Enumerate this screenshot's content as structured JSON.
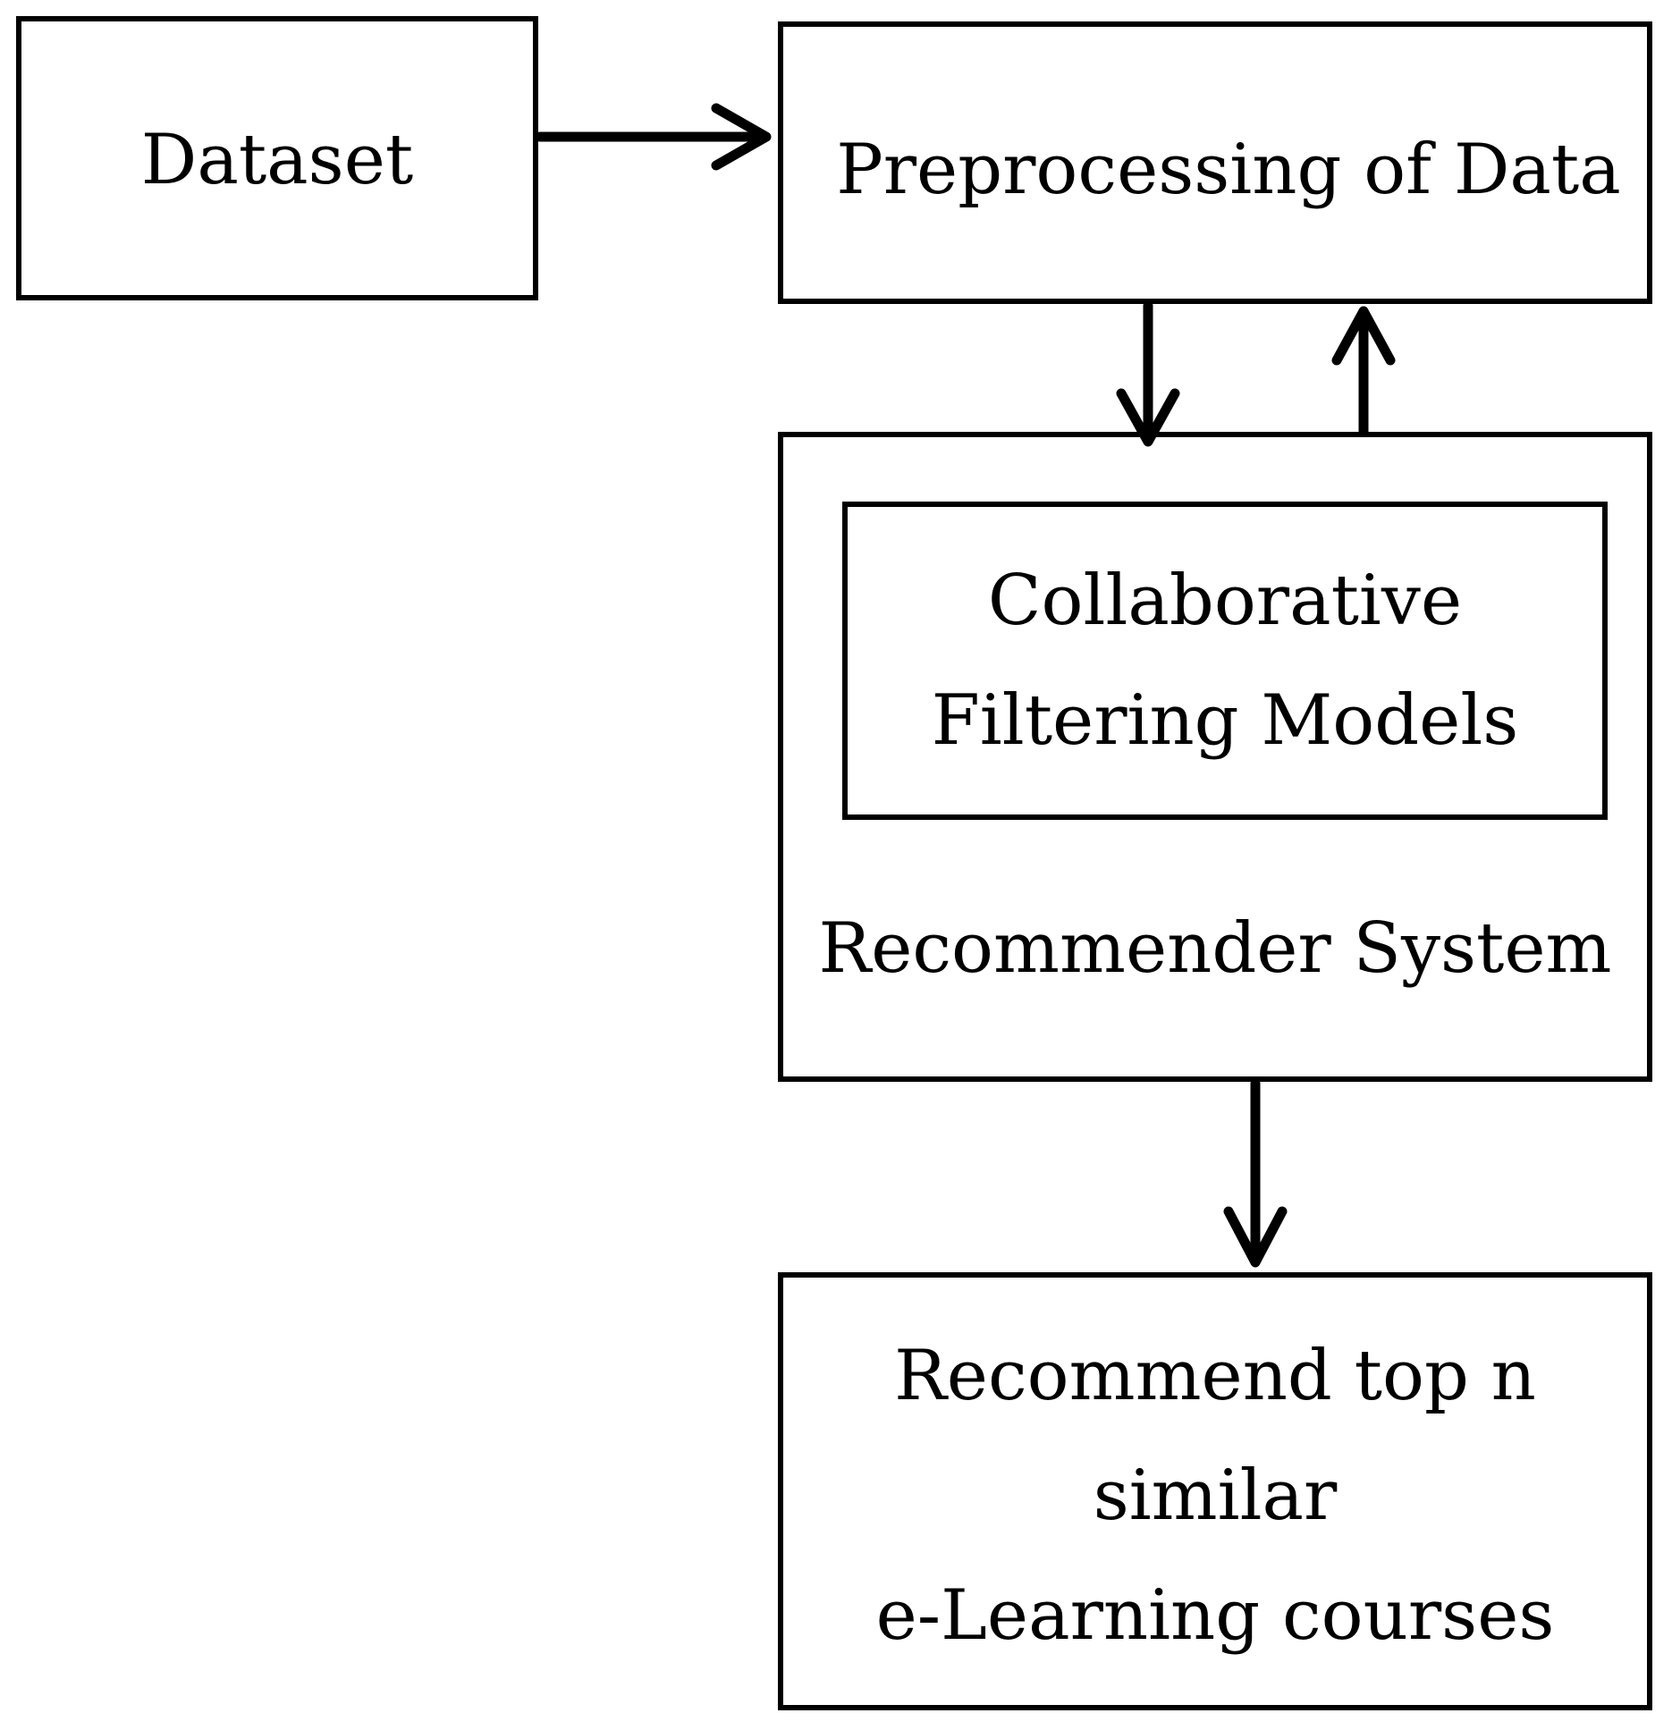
{
  "nodes": {
    "dataset": "Dataset",
    "preprocessing": "Preprocessing of Data",
    "cf_models": [
      "Collaborative",
      "Filtering Models"
    ],
    "recommender": "Recommender System",
    "output": [
      "Recommend top n",
      "similar",
      "e-Learning courses"
    ]
  }
}
